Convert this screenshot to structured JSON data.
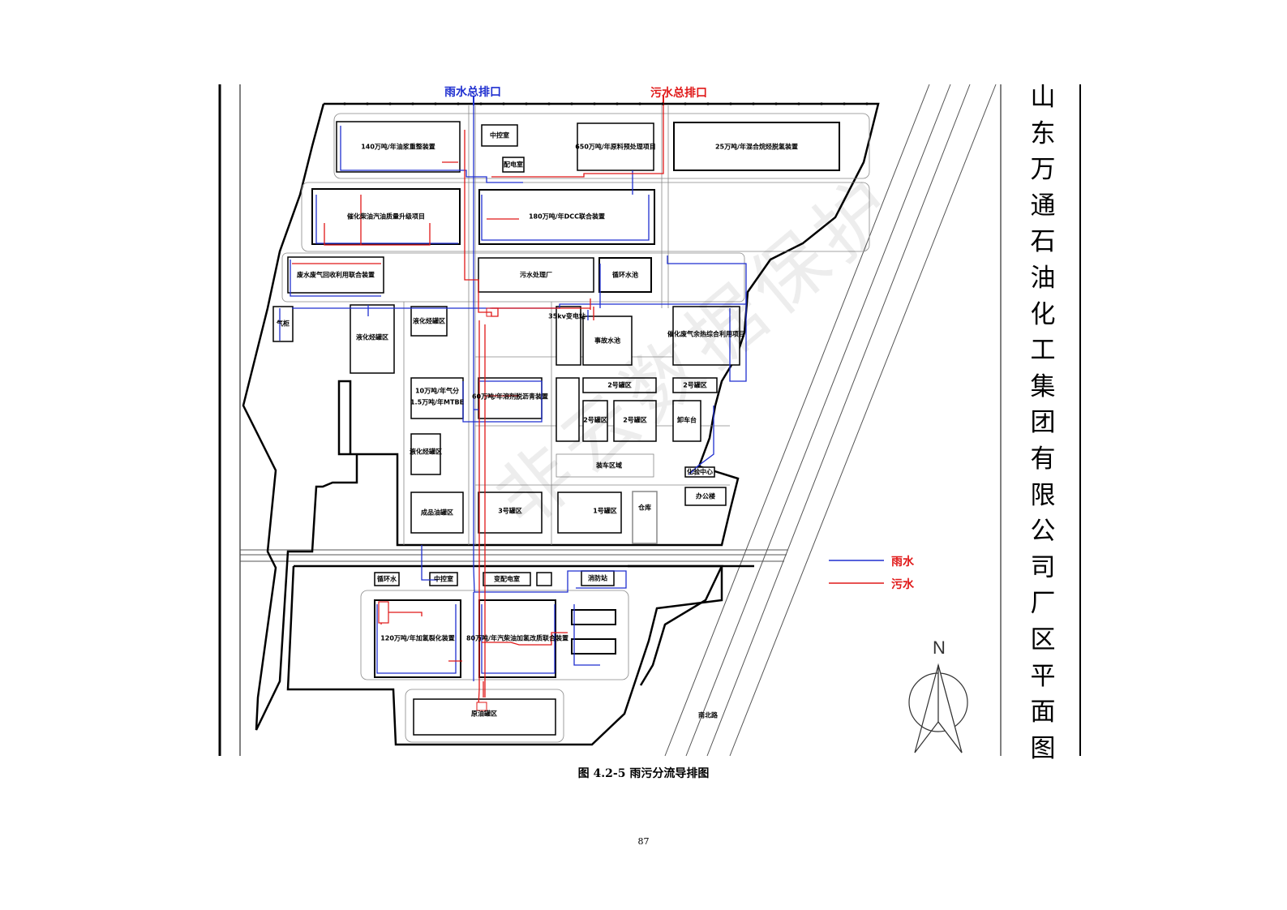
{
  "title_chars": [
    "山",
    "东",
    "万",
    "通",
    "石",
    "油",
    "化",
    "工",
    "集",
    "团",
    "有",
    "限",
    "公",
    "司",
    "厂",
    "区",
    "平",
    "面",
    "图"
  ],
  "outlets": {
    "rain": "雨水总排口",
    "sewage": "污水总排口"
  },
  "legend": {
    "rain": "雨水",
    "sewage": "污水"
  },
  "north": "N",
  "caption": "图 4.2-5  雨污分流导排图",
  "page_number": "87",
  "watermark": "非云数据保护",
  "colors": {
    "rain": "#1f2fd0",
    "sewage": "#e01818",
    "line": "#000000"
  },
  "buildings": {
    "b1": "140万吨/年油浆重整装置",
    "b2": "中控室",
    "b3": "配电室",
    "b4": "650万吨/年原料预处理项目",
    "b5": "25万吨/年混合烷烃脱氢装置",
    "b6": "催化柴油汽油质量升级项目",
    "b7": "180万吨/年DCC联合装置",
    "b8": "废水废气回收利用联合装置",
    "b9": "污水处理厂",
    "b10": "循环水池",
    "b11": "气柜",
    "b12": "液化烃罐区",
    "b13": "液化烃罐区",
    "b14": "35kv变电站",
    "b15": "事故水池",
    "b16": "催化废气余热综合利用项目",
    "b17a": "10万吨/年气分",
    "b17b": "1.5万吨/年MTBE",
    "b18": "60万吨/年溶剂脱沥青装置",
    "b19": "液化烃罐区",
    "b20": "2号罐区",
    "b21": "2号罐区",
    "b22": "2号罐区",
    "b23": "2号罐区",
    "b24": "卸车台",
    "b25": "装车区域",
    "b26": "成品油罐区",
    "b27": "3号罐区",
    "b28": "1号罐区",
    "b29": "仓库",
    "b30": "办公楼",
    "b31": "循环水",
    "b32": "中控室",
    "b33": "变配电室",
    "b34": "消防站",
    "b35": "120万吨/年加氢裂化装置",
    "b36": "80万吨/年汽柴油加氢改质联合装置",
    "b37": "原油罐区",
    "b38": "南北路",
    "b39": "化验中心"
  }
}
